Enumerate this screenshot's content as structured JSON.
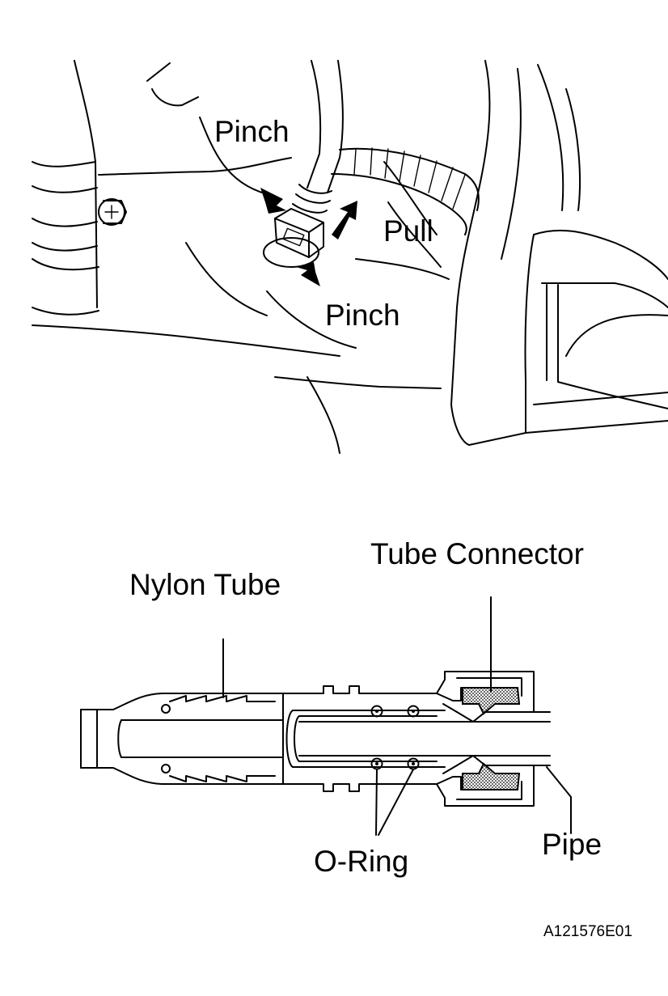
{
  "top_view": {
    "label_pinch_upper": "Pinch",
    "label_pull": "Pull",
    "label_pinch_lower": "Pinch"
  },
  "cross_section": {
    "label_tube_connector": "Tube Connector",
    "label_nylon_tube": "Nylon Tube",
    "label_o_ring": "O-Ring",
    "label_pipe": "Pipe"
  },
  "figure_id": "A121576E01"
}
